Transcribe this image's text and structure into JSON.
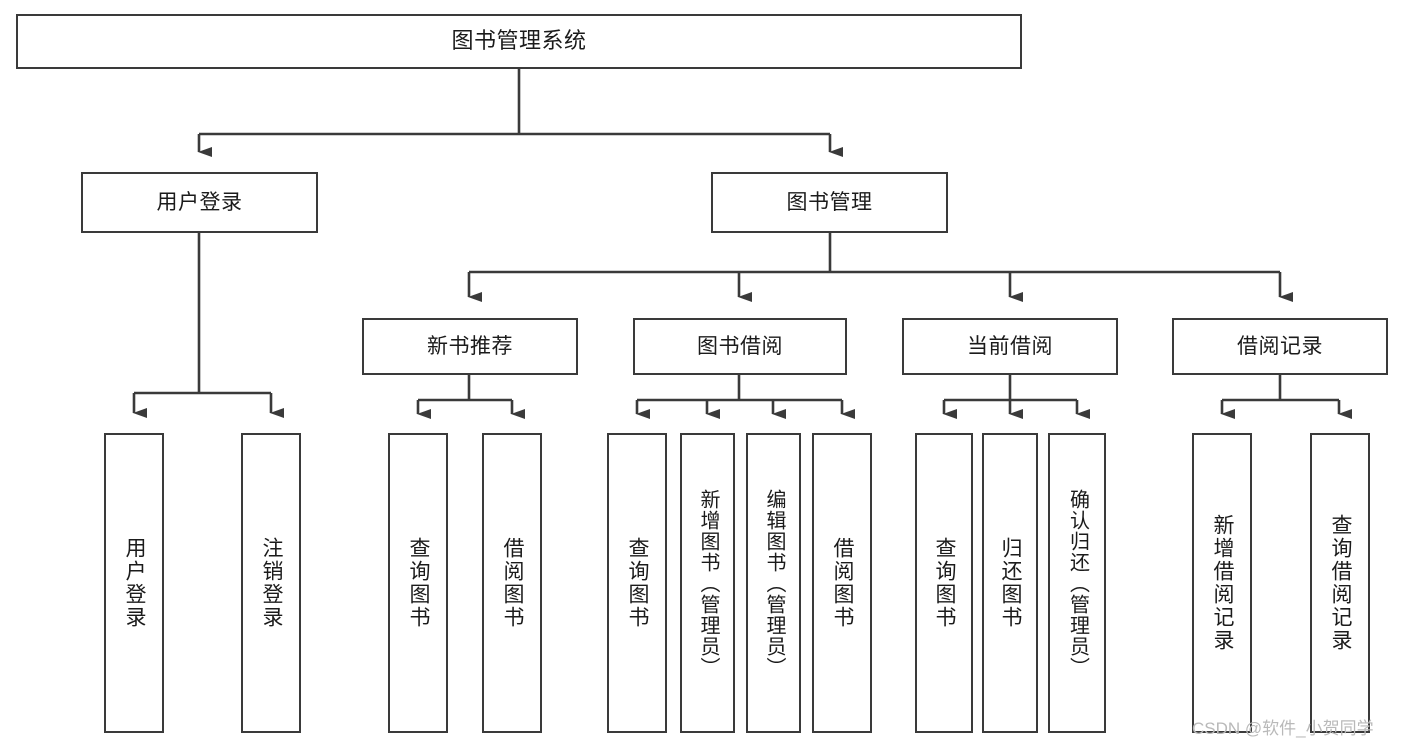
{
  "diagram": {
    "type": "hierarchy-tree",
    "title": "图书管理系统",
    "watermark": "CSDN @软件_小贺同学",
    "colors": {
      "stroke": "#3a3a3a",
      "fill": "#ffffff",
      "text": "#1b1b1b",
      "watermark": "#b9b9b9"
    },
    "levels": {
      "root": {
        "label": "图书管理系统"
      },
      "level1": [
        {
          "label": "用户登录"
        },
        {
          "label": "图书管理"
        }
      ],
      "level2": [
        {
          "label": "新书推荐"
        },
        {
          "label": "图书借阅"
        },
        {
          "label": "当前借阅"
        },
        {
          "label": "借阅记录"
        }
      ],
      "leaves": [
        {
          "label": "用户登录",
          "parent": "用户登录"
        },
        {
          "label": "注销登录",
          "parent": "用户登录"
        },
        {
          "label": "查询图书",
          "parent": "新书推荐"
        },
        {
          "label": "借阅图书",
          "parent": "新书推荐"
        },
        {
          "label": "查询图书",
          "parent": "图书借阅"
        },
        {
          "label": "新增图书（管理员）",
          "parent": "图书借阅"
        },
        {
          "label": "编辑图书（管理员）",
          "parent": "图书借阅"
        },
        {
          "label": "借阅图书",
          "parent": "图书借阅"
        },
        {
          "label": "查询图书",
          "parent": "当前借阅"
        },
        {
          "label": "归还图书",
          "parent": "当前借阅"
        },
        {
          "label": "确认归还（管理员）",
          "parent": "当前借阅"
        },
        {
          "label": "新增借阅记录",
          "parent": "借阅记录"
        },
        {
          "label": "查询借阅记录",
          "parent": "借阅记录"
        }
      ]
    }
  }
}
